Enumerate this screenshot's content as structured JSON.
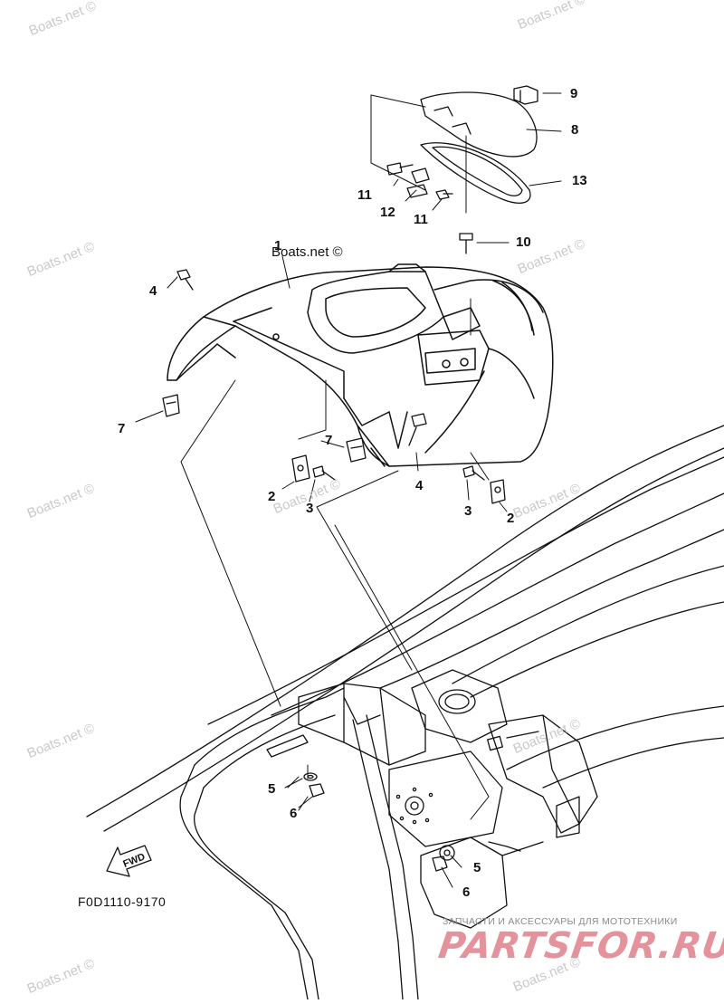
{
  "diagram": {
    "callouts": [
      {
        "id": "c1",
        "label": "1"
      },
      {
        "id": "c2a",
        "label": "2"
      },
      {
        "id": "c2b",
        "label": "2"
      },
      {
        "id": "c3a",
        "label": "3"
      },
      {
        "id": "c3b",
        "label": "3"
      },
      {
        "id": "c4a",
        "label": "4"
      },
      {
        "id": "c4b",
        "label": "4"
      },
      {
        "id": "c5a",
        "label": "5"
      },
      {
        "id": "c5b",
        "label": "5"
      },
      {
        "id": "c6a",
        "label": "6"
      },
      {
        "id": "c6b",
        "label": "6"
      },
      {
        "id": "c7a",
        "label": "7"
      },
      {
        "id": "c7b",
        "label": "7"
      },
      {
        "id": "c8",
        "label": "8"
      },
      {
        "id": "c9",
        "label": "9"
      },
      {
        "id": "c10",
        "label": "10"
      },
      {
        "id": "c11a",
        "label": "11"
      },
      {
        "id": "c11b",
        "label": "11"
      },
      {
        "id": "c12",
        "label": "12"
      },
      {
        "id": "c13",
        "label": "13"
      }
    ],
    "drawing_code": "F0D1110-9170",
    "fwd_label": "FWD"
  },
  "watermarks": {
    "text": "Boats.net ©",
    "tagline": "ЗАПЧАСТИ И АКСЕССУАРЫ ДЛЯ МОТОТЕХНИКИ",
    "logo": "PARTSFOR.RU"
  }
}
